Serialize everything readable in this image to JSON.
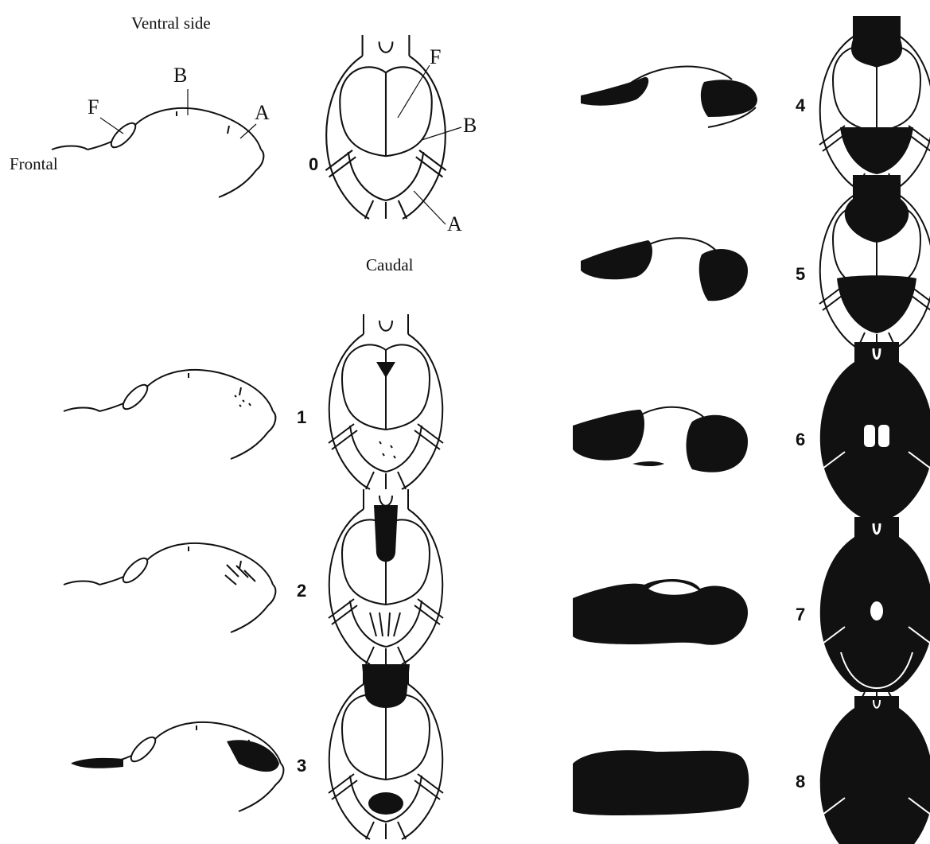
{
  "orientation": {
    "ventral": "Ventral side",
    "frontal": "Frontal",
    "caudal": "Caudal"
  },
  "region_labels": {
    "f": "F",
    "b": "B",
    "a": "A"
  },
  "stages": [
    {
      "label": "0",
      "coverage": 0.0
    },
    {
      "label": "1",
      "coverage": 0.03
    },
    {
      "label": "2",
      "coverage": 0.1
    },
    {
      "label": "3",
      "coverage": 0.25
    },
    {
      "label": "4",
      "coverage": 0.4
    },
    {
      "label": "5",
      "coverage": 0.55
    },
    {
      "label": "6",
      "coverage": 0.75
    },
    {
      "label": "7",
      "coverage": 0.9
    },
    {
      "label": "8",
      "coverage": 1.0
    }
  ],
  "colors": {
    "ink": "#111111",
    "stain": "#0a0a0a",
    "background": "#ffffff"
  }
}
